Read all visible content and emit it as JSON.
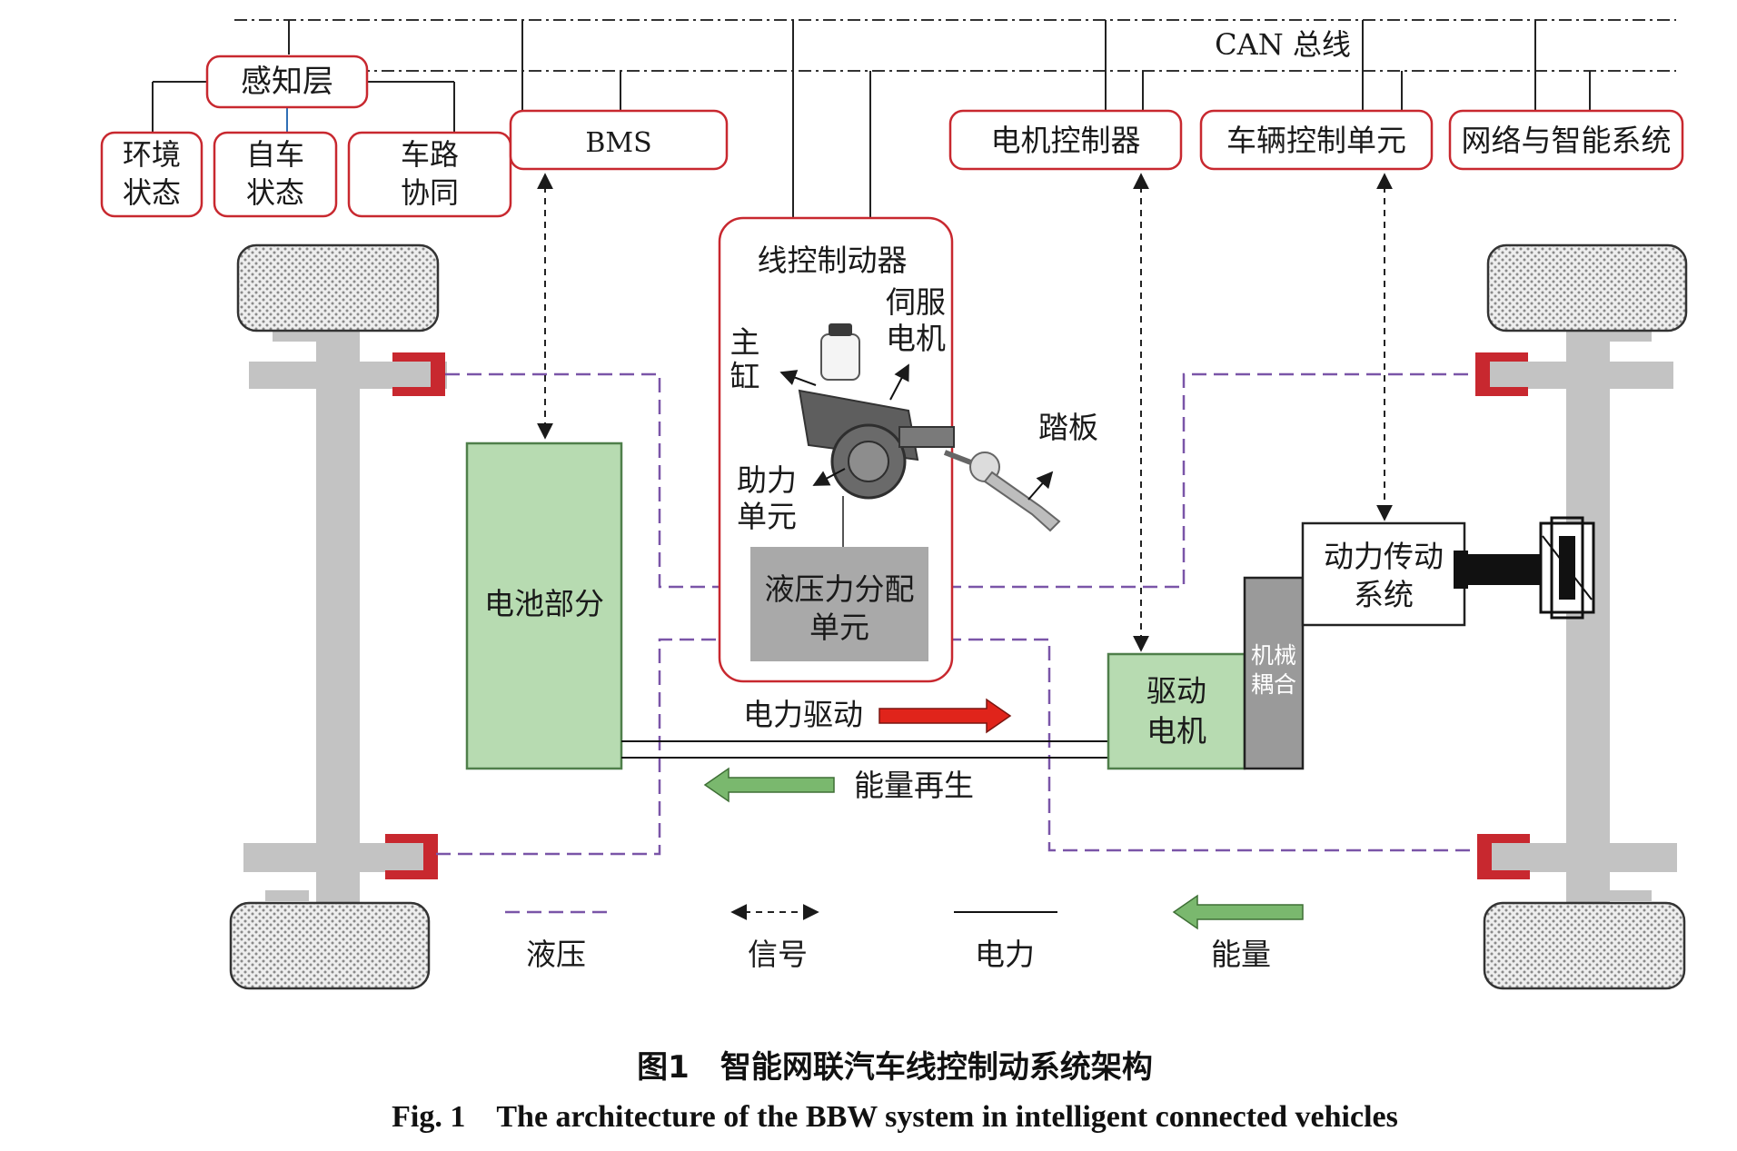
{
  "bus": {
    "label": "CAN 总线"
  },
  "perception": {
    "title": "感知层",
    "items": [
      {
        "line1": "环境",
        "line2": "状态"
      },
      {
        "line1": "自车",
        "line2": "状态"
      },
      {
        "line1": "车路",
        "line2": "协同"
      }
    ]
  },
  "controllers": {
    "bms": "BMS",
    "motor_controller": "电机控制器",
    "vcu": "车辆控制单元",
    "network": "网络与智能系统"
  },
  "brake_unit": {
    "title": "线控制动器",
    "master_cylinder": {
      "line1": "主",
      "line2": "缸"
    },
    "servo_motor": {
      "line1": "伺服",
      "line2": "电机"
    },
    "booster": {
      "line1": "助力",
      "line2": "单元"
    },
    "pedal": "踏板",
    "distribution": {
      "line1": "液压力分配",
      "line2": "单元"
    }
  },
  "powertrain": {
    "battery": "电池部分",
    "drive_motor": {
      "line1": "驱动",
      "line2": "电机"
    },
    "coupling": {
      "line1": "机械",
      "line2": "耦合"
    },
    "transmission": {
      "line1": "动力传动",
      "line2": "系统"
    },
    "electric_drive": "电力驱动",
    "regeneration": "能量再生"
  },
  "legend": {
    "hydraulic": "液压",
    "signal": "信号",
    "electric": "电力",
    "energy": "能量"
  },
  "caption": {
    "cn": "图1　智能网联汽车线控制动系统架构",
    "en": "Fig. 1　The architecture of the BBW system in intelligent connected vehicles"
  },
  "colors": {
    "box_border": "#c8282f",
    "caliper": "#c8282f",
    "battery_fill": "#b7dbb1",
    "battery_border": "#4f7f4a",
    "coupling_fill": "#9a9a9a",
    "distribution_fill": "#a9a9a9",
    "chassis": "#c3c3c3",
    "hydraulic_line": "#7a55a8",
    "drive_arrow": "#e0241b",
    "regen_arrow": "#7ab86e",
    "signal_line": "#222222"
  }
}
